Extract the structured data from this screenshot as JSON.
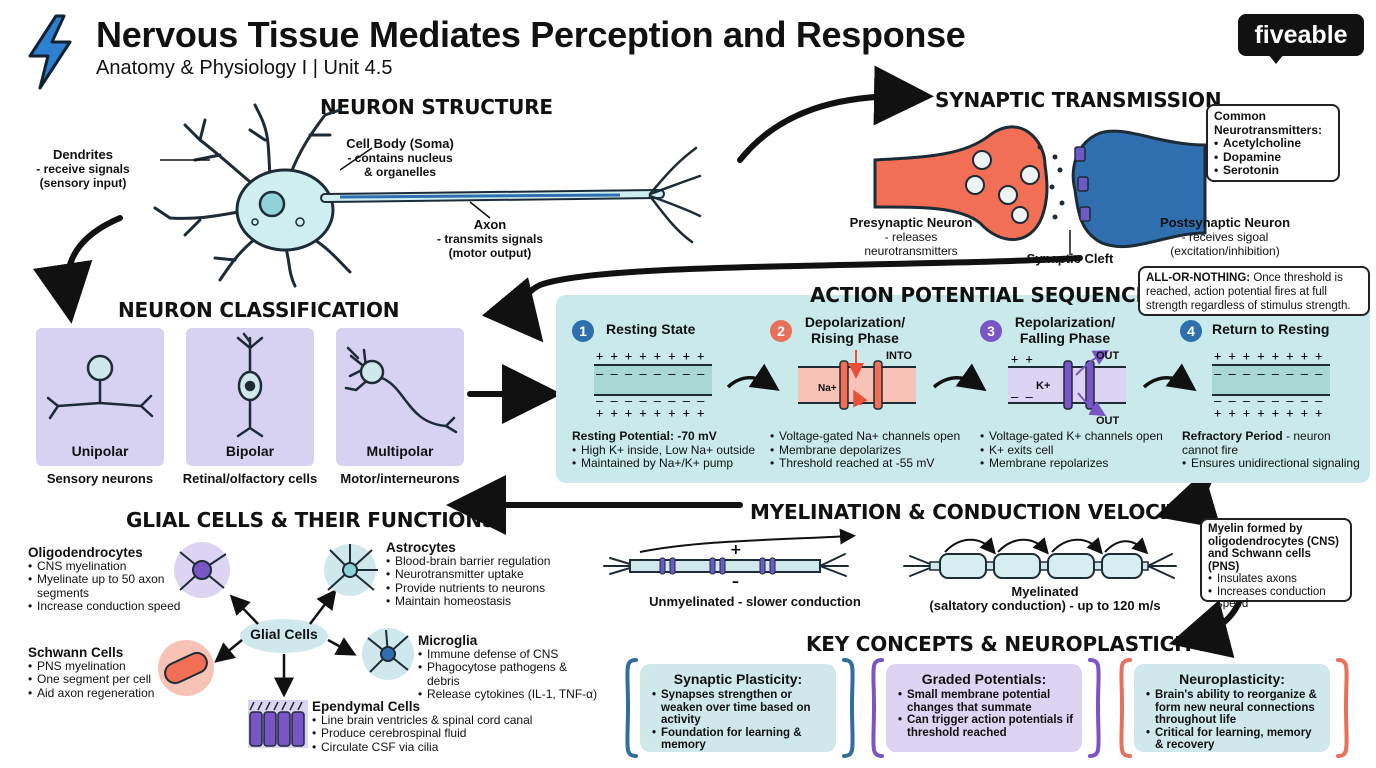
{
  "header": {
    "title": "Nervous Tissue Mediates Perception and Response",
    "subtitle": "Anatomy & Physiology I | Unit 4.5",
    "logo": "fiveable"
  },
  "neuron_structure": {
    "heading": "NEURON STRUCTURE",
    "dendrites": {
      "title": "Dendrites",
      "lines": [
        "- receive signals",
        "(sensory input)"
      ]
    },
    "cell_body": {
      "title": "Cell Body (Soma)",
      "lines": [
        "- contains nucleus",
        "& organelles"
      ]
    },
    "axon": {
      "title": "Axon",
      "lines": [
        "- transmits signals",
        "(motor output)"
      ]
    }
  },
  "synaptic": {
    "heading": "SYNAPTIC TRANSMISSION",
    "presynaptic": {
      "title": "Presynaptic Neuron",
      "lines": [
        "- releases",
        "neurotransmitters"
      ]
    },
    "postsynaptic": {
      "title": "Postsynaptic Neuron",
      "lines": [
        "- receives sigoal",
        "(excitation/inhibition)"
      ]
    },
    "cleft": "Synaptic Cleft",
    "nt_box": {
      "title": "Common Neurotransmitters:",
      "items": [
        "Acetylcholine",
        "Dopamine",
        "Serotonin"
      ]
    }
  },
  "classification": {
    "heading": "NEURON CLASSIFICATION",
    "types": [
      {
        "name": "Unipolar",
        "caption": "Sensory neurons"
      },
      {
        "name": "Bipolar",
        "caption": "Retinal/olfactory cells"
      },
      {
        "name": "Multipolar",
        "caption": "Motor/interneurons"
      }
    ]
  },
  "action_potential": {
    "heading": "ACTION POTENTIAL SEQUENCE",
    "all_or_nothing": {
      "bold": "ALL-OR-NOTHING:",
      "text": "Once threshold is reached, action potential fires at full strength regardless of stimulus strength."
    },
    "steps": [
      {
        "num": "1",
        "title": "Resting State",
        "color": "#2f6fb0",
        "head": "Resting Potential: -70 mV",
        "items": [
          "High K+ inside, Low Na+ outside",
          "Maintained by Na+/K+ pump"
        ]
      },
      {
        "num": "2",
        "title": "Depolarization/ Rising Phase",
        "color": "#e8705a",
        "items": [
          "Voltage-gated Na+ channels open",
          "Membrane depolarizes",
          "Threshold reached at -55 mV"
        ],
        "ion": "Na+",
        "arrow_label": "INTO"
      },
      {
        "num": "3",
        "title": "Repolarization/ Falling Phase",
        "color": "#7a55c8",
        "items": [
          "Voltage-gated K+ channels open",
          "K+ exits cell",
          "Membrane repolarizes"
        ],
        "ion": "K+",
        "arrow_label_top": "OUT",
        "arrow_label_bottom": "OUT"
      },
      {
        "num": "4",
        "title": "Return to Resting",
        "color": "#2f6fb0",
        "head_bold": "Refractory Period",
        "head_rest": " - neuron cannot fire",
        "items": [
          "Ensures unidirectional signaling"
        ]
      }
    ]
  },
  "glial": {
    "heading": "GLIAL CELLS & THEIR FUNCTIONS",
    "center": "Glial Cells",
    "oligodendrocytes": {
      "title": "Oligodendrocytes",
      "items": [
        "CNS myelination",
        "Myelinate up to 50 axon segments",
        "Increase conduction speed"
      ]
    },
    "astrocytes": {
      "title": "Astrocytes",
      "items": [
        "Blood-brain barrier regulation",
        "Neurotransmitter uptake",
        "Provide nutrients to neurons",
        "Maintain homeostasis"
      ]
    },
    "schwann": {
      "title": "Schwann Cells",
      "items": [
        "PNS myelination",
        "One segment per cell",
        "Aid axon regeneration"
      ]
    },
    "microglia": {
      "title": "Microglia",
      "items": [
        "Immune defense of CNS",
        "Phagocytose pathogens & debris",
        "Release cytokines (IL-1, TNF-α)"
      ]
    },
    "ependymal": {
      "title": "Ependymal Cells",
      "items": [
        "Line brain ventricles & spinal cord canal",
        "Produce cerebrospinal fluid",
        "Circulate CSF via cilia"
      ]
    }
  },
  "myelination": {
    "heading": "MYELINATION & CONDUCTION VELOCITY",
    "unmyelinated_bold": "Unmyelinated",
    "unmyelinated_rest": " - slower conduction",
    "myelinated_title": "Myelinated",
    "myelinated_sub": "(saltatory conduction) - up to 120 m/s",
    "box": {
      "title": "Myelin formed by oligodendrocytes (CNS) and Schwann cells (PNS)",
      "items": [
        "Insulates axons",
        "Increases conduction speed"
      ]
    }
  },
  "key_concepts": {
    "heading": "KEY CONCEPTS & NEUROPLASTICITY",
    "cards": [
      {
        "title": "Synaptic Plasticity:",
        "items": [
          "Synapses strengthen or weaken over time based on activity",
          "Foundation for learning & memory"
        ],
        "bg": "#cfe8ec",
        "bracket": "#2f6f9a"
      },
      {
        "title": "Graded Potentials:",
        "items": [
          "Small membrane potential changes that summate",
          "Can trigger action potentials if threshold reached"
        ],
        "bg": "#ddd3f3",
        "bracket": "#7a55c8"
      },
      {
        "title": "Neuroplasticity:",
        "items": [
          "Brain's ability to reorganize & form new neural connections throughout life",
          "Critical for learning, memory & recovery"
        ],
        "bg": "#cfe8ec",
        "bracket": "#e8705a"
      }
    ]
  }
}
